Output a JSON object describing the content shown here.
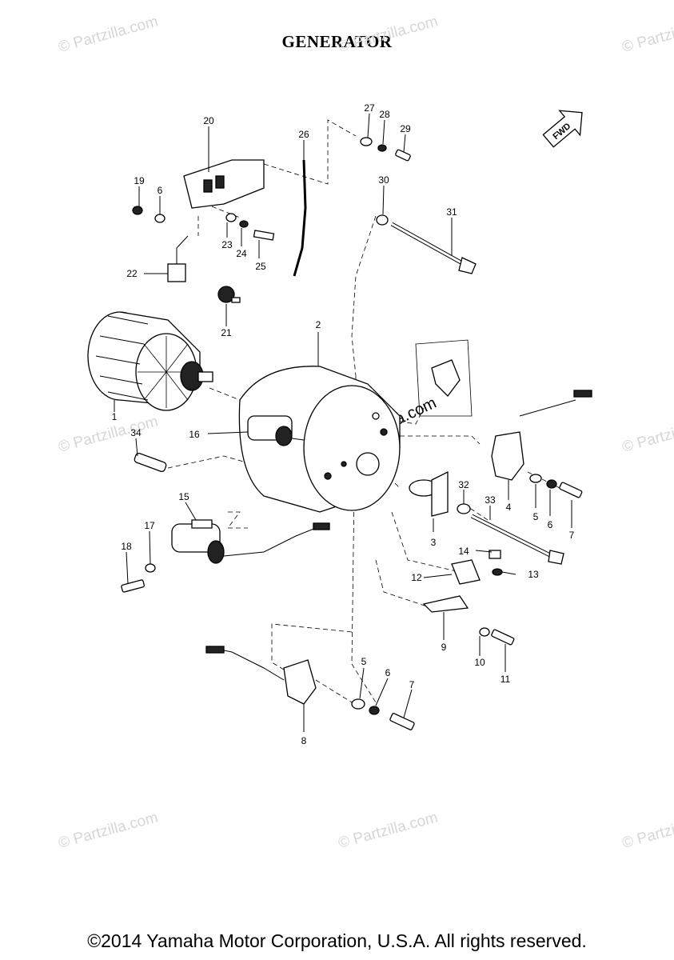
{
  "title": "GENERATOR",
  "footer": "©2014 Yamaha Motor Corporation, U.S.A. All rights reserved.",
  "watermark": "© Partzilla.com",
  "fwd_label": "FWD",
  "callouts": [
    "1",
    "2",
    "3",
    "4",
    "5",
    "6",
    "7",
    "8",
    "9",
    "10",
    "11",
    "12",
    "13",
    "14",
    "15",
    "16",
    "17",
    "18",
    "19",
    "20",
    "21",
    "22",
    "23",
    "24",
    "25",
    "26",
    "27",
    "28",
    "29",
    "30",
    "31",
    "32",
    "33",
    "34"
  ],
  "extra_callouts": [
    "5",
    "6",
    "7",
    "6"
  ]
}
